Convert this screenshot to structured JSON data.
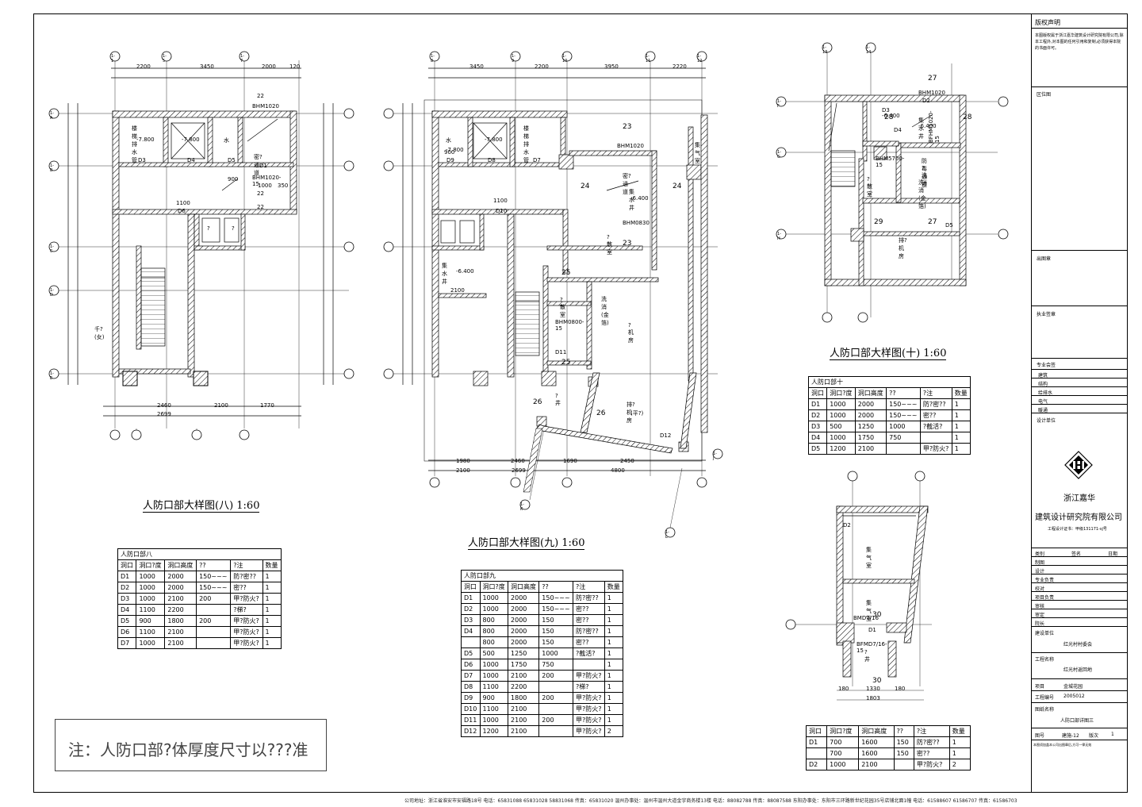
{
  "titles": {
    "plan8": "人防口部大样图(八) 1:60",
    "plan9": "人防口部大样图(九) 1:60",
    "plan10": "人防口部大样图(十) 1:60"
  },
  "plan8_labels": [
    "楼梯排水管",
    "水",
    "密?通道",
    "BHM1020",
    "BHM1020-15",
    "D1",
    "D3",
    "D4",
    "D5",
    "D6",
    "?",
    "?",
    "千?(女)",
    "-7.800",
    "-7.800",
    "1100",
    "900",
    "1000",
    "350",
    "22",
    "22",
    "22",
    "2200",
    "3450",
    "2000",
    "120",
    "2460",
    "2100",
    "1770",
    "2699"
  ],
  "plan9_labels": [
    "楼梯排水管",
    "水",
    "密?通道",
    "集水井",
    "集气室",
    "BHM1020",
    "BHM0830",
    "BHM0800-15",
    "D7",
    "D8",
    "D9",
    "D10",
    "D11",
    "D12",
    "?散室",
    "?散室",
    "?机房",
    "排?机房",
    "(平?)",
    "集水井",
    "洗消(金箔)",
    "?井",
    "23",
    "23",
    "24",
    "24",
    "25",
    "25",
    "26",
    "26",
    "-7.800",
    "-7.800",
    "-6.400",
    "-6.400",
    "2100",
    "1100",
    "900",
    "3450",
    "2200",
    "3950",
    "2220",
    "1980",
    "2460",
    "1690",
    "2450",
    "4800",
    "2100",
    "2699"
  ],
  "plan10_labels": [
    "BHM1020",
    "BHM5700-15",
    "BFHM1020-15",
    "集水井",
    "?散室",
    "排?机房",
    "洗消(金箔)",
    "防毒通道",
    "?洗消",
    "D2",
    "D3",
    "D4",
    "D5",
    "27",
    "27",
    "28",
    "28",
    "29",
    "-6.400",
    "-6.400"
  ],
  "plan11_labels": [
    "集气室",
    "集气室",
    "BMD7/16",
    "BFMD7/16-15",
    "D1",
    "D2",
    "?井",
    "30",
    "30",
    "180",
    "1330",
    "180",
    "1803"
  ],
  "grid_labels": [
    "1-1",
    "1-5",
    "1-7",
    "1-8",
    "1-9",
    "1-10",
    "1-11",
    "1-12",
    "1-13",
    "1-14",
    "1-A",
    "1-B",
    "1-C",
    "1-D",
    "1-E",
    "1-F",
    "1-G",
    "1-H",
    "1-J",
    "1-K",
    "1-L"
  ],
  "schedule8": {
    "caption": "人防口部八",
    "headers": [
      "洞口",
      "洞口?度",
      "洞口高度",
      "??",
      "?注",
      "数量"
    ],
    "rows": [
      [
        "D1",
        "1000",
        "2000",
        "150~~~",
        "防?密??",
        "1"
      ],
      [
        "D2",
        "1000",
        "2000",
        "150~~~",
        "密??",
        "1"
      ],
      [
        "D3",
        "1000",
        "2100",
        "200",
        "甲?防火?",
        "1"
      ],
      [
        "D4",
        "1100",
        "2200",
        "",
        "?梯?",
        "1"
      ],
      [
        "D5",
        "900",
        "1800",
        "200",
        "甲?防火?",
        "1"
      ],
      [
        "D6",
        "1100",
        "2100",
        "",
        "甲?防火?",
        "1"
      ],
      [
        "D7",
        "1000",
        "2100",
        "",
        "甲?防火?",
        "1"
      ]
    ]
  },
  "schedule9": {
    "caption": "人防口部九",
    "headers": [
      "洞口",
      "洞口?度",
      "洞口高度",
      "??",
      "?注",
      "数量"
    ],
    "rows": [
      [
        "D1",
        "1000",
        "2000",
        "150~~~",
        "防?密??",
        "1"
      ],
      [
        "D2",
        "1000",
        "2000",
        "150~~~",
        "密??",
        "1"
      ],
      [
        "D3",
        "800",
        "2000",
        "150",
        "密??",
        "1"
      ],
      [
        "D4",
        "800",
        "2000",
        "150",
        "防?密??",
        "1"
      ],
      [
        "",
        "800",
        "2000",
        "150",
        "密??",
        "1"
      ],
      [
        "D5",
        "500",
        "1250",
        "1000",
        "?截活?",
        "1"
      ],
      [
        "D6",
        "1000",
        "1750",
        "750",
        "",
        "1"
      ],
      [
        "D7",
        "1000",
        "2100",
        "200",
        "甲?防火?",
        "1"
      ],
      [
        "D8",
        "1100",
        "2200",
        "",
        "?梯?",
        "1"
      ],
      [
        "D9",
        "900",
        "1800",
        "200",
        "甲?防火?",
        "1"
      ],
      [
        "D10",
        "1100",
        "2100",
        "",
        "甲?防火?",
        "1"
      ],
      [
        "D11",
        "1000",
        "2100",
        "200",
        "甲?防火?",
        "1"
      ],
      [
        "D12",
        "1200",
        "2100",
        "",
        "甲?防火?",
        "2"
      ]
    ]
  },
  "schedule10": {
    "caption": "人防口部十",
    "headers": [
      "洞口",
      "洞口?度",
      "洞口高度",
      "??",
      "?注",
      "数量"
    ],
    "rows": [
      [
        "D1",
        "1000",
        "2000",
        "150~~~",
        "防?密??",
        "1"
      ],
      [
        "D2",
        "1000",
        "2000",
        "150~~~",
        "密??",
        "1"
      ],
      [
        "D3",
        "500",
        "1250",
        "1000",
        "?截活?",
        "1"
      ],
      [
        "D4",
        "1000",
        "1750",
        "750",
        "",
        "1"
      ],
      [
        "D5",
        "1200",
        "2100",
        "",
        "甲?防火?",
        "1"
      ]
    ]
  },
  "schedule11": {
    "headers": [
      "洞口",
      "洞口?度",
      "洞口高度",
      "??",
      "?注",
      "数量"
    ],
    "rows": [
      [
        "D1",
        "700",
        "1600",
        "150",
        "防?密??",
        "1"
      ],
      [
        "",
        "700",
        "1600",
        "150",
        "密??",
        "1"
      ],
      [
        "D2",
        "1000",
        "2100",
        "",
        "甲?防火?",
        "2"
      ]
    ]
  },
  "note": "注：人防口部?体厚度尺寸以???准",
  "title_block": {
    "copyright_title": "版权声明",
    "copyright_text": "本图版权属于浙江嘉华建筑设计研究院有限公司,除本工程外,对本图的任何引用和复制,必须获得本院的书面许可。",
    "zone_map": "区位图",
    "review_stamp": "出图章",
    "practice_stamp": "执业签章",
    "specialty_sign": "专业会签",
    "disciplines": [
      "建筑",
      "结构",
      "给排水",
      "电气",
      "暖通"
    ],
    "design_unit": "设计单位",
    "company_line1": "浙江嘉华",
    "company_line2": "建筑设计研究院有限公司",
    "cert": "工程设计证书：甲级131171-sj号",
    "sign_headers": [
      "类别",
      "签名",
      "日期"
    ],
    "roles": [
      "制图",
      "设计",
      "专业负责",
      "校对",
      "项目负责",
      "审核",
      "审定",
      "院长"
    ],
    "client_label": "建设单位",
    "client": "红光村村委会",
    "project_label": "工程名称",
    "project": "红光村返回地",
    "item_label": "项目",
    "item": "金城花园",
    "project_no_label": "工程编号",
    "project_no": "2005012",
    "drawing_name_label": "图纸名称",
    "drawing_name": "人防口部详图三",
    "drawing_no_label": "图号",
    "drawing_no": "建施-12",
    "version_label": "版次",
    "version": "1",
    "footnote": "本图须加盖本公司出图章后,方可一律无效"
  },
  "footer": "公司地址：浙江省淮安市安福路18号  电话：65831088  65831028  58831068  传真：65831020  温州办事处：温州市温州大道金宇商务楼13楼  电话：88082788  传真：88087588  东阳办事处：东阳市三环路新世纪花园35号店铺北面1幢  电话：61588607  61586707  传真：61586703"
}
